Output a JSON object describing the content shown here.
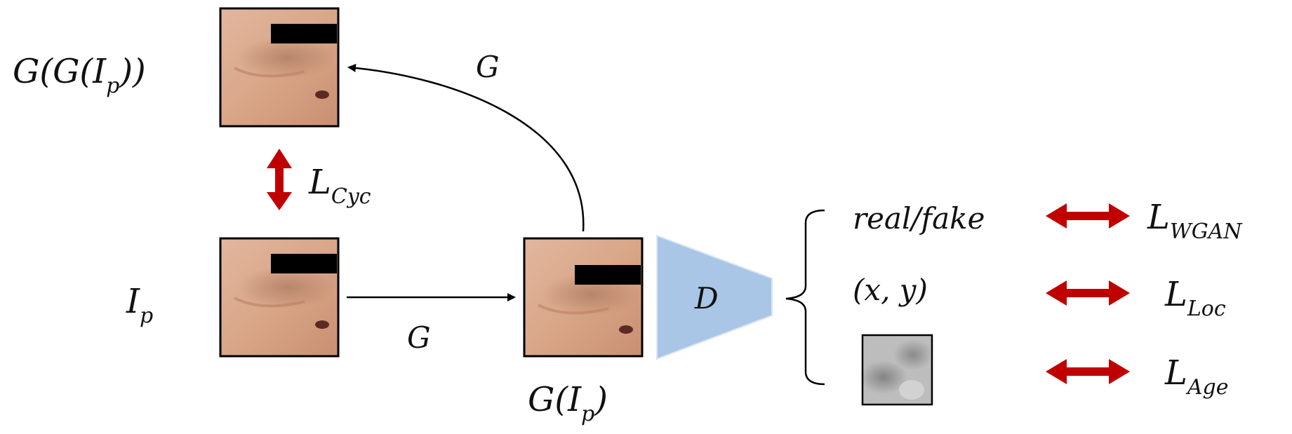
{
  "labels": {
    "cycle_image": "G(G(I",
    "cycle_image_sub": "p",
    "cycle_image_close": "))",
    "input_image": "I",
    "input_image_sub": "p",
    "generated_image": "G(I",
    "generated_image_sub": "p",
    "generated_image_close": ")",
    "generator_forward": "G",
    "generator_back": "G",
    "cycle_loss_main": "L",
    "cycle_loss_sub": "Cyc",
    "discriminator": "D",
    "output_realfake": "real/fake",
    "output_location": "(x, y)",
    "loss_wgan_main": "L",
    "loss_wgan_sub": "WGAN",
    "loss_loc_main": "L",
    "loss_loc_sub": "Loc",
    "loss_age_main": "L",
    "loss_age_sub": "Age"
  },
  "colors": {
    "discriminator_fill": "#a9c6e6",
    "loss_arrow": "#c00000",
    "skin": "#d9a688",
    "censor_bar": "#000000"
  }
}
